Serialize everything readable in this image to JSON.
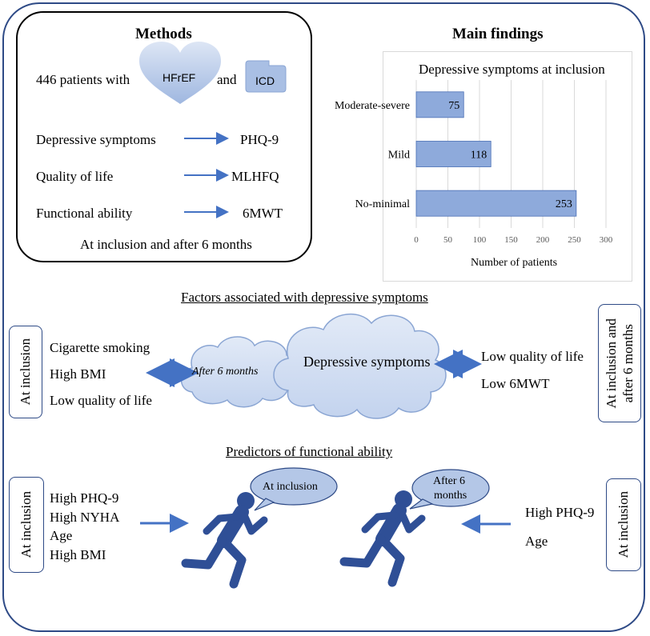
{
  "methods": {
    "title": "Methods",
    "patients_prefix": "446 patients with",
    "hfref_label": "HFrEF",
    "and_label": "and",
    "icd_label": "ICD",
    "rows": [
      {
        "measure": "Depressive symptoms",
        "instrument": "PHQ-9"
      },
      {
        "measure": "Quality  of life",
        "instrument": "MLHFQ"
      },
      {
        "measure": "Functional  ability",
        "instrument": "6MWT"
      }
    ],
    "timing": "At inclusion and after 6 months"
  },
  "findings": {
    "title": "Main findings"
  },
  "chart_data": {
    "type": "bar",
    "orientation": "horizontal",
    "title": "Depressive  symptoms  at inclusion",
    "categories": [
      "Moderate-severe",
      "Mild",
      "No-minimal"
    ],
    "values": [
      75,
      118,
      253
    ],
    "xlabel": "Number of patients",
    "ylabel": "",
    "xlim": [
      0,
      300
    ],
    "xticks": [
      "0",
      "50",
      "100",
      "150",
      "200",
      "250",
      "300"
    ],
    "grid": "vertical",
    "bar_color": "#8eaadb",
    "bar_edge_color": "#4a6fb5"
  },
  "factors": {
    "title": "Factors associated with depressive  symptoms",
    "left_label": "At inclusion",
    "left_items": [
      "Cigarette smoking",
      "High BMI",
      "Low quality  of life"
    ],
    "cloud_small": "After 6 months",
    "cloud_big": "Depressive  symptoms",
    "right_items": [
      "Low quality  of life",
      "Low 6MWT"
    ],
    "right_label_line1": "At inclusion and",
    "right_label_line2": "after 6 months"
  },
  "predictors": {
    "title": "Predictors of functional  ability",
    "left_label": "At inclusion",
    "left_items": [
      "High PHQ-9",
      "High NYHA",
      "Age",
      "High BMI"
    ],
    "bubble_left": "At inclusion",
    "bubble_right_line1": "After 6",
    "bubble_right_line2": "months",
    "right_items": [
      "High PHQ-9",
      "Age"
    ],
    "right_label": "At inclusion"
  },
  "colors": {
    "frame": "#2e4a86",
    "accent": "#4472c4",
    "figure": "#2f4f96",
    "fill_light": "#b4c7e7",
    "bar": "#8eaadb"
  }
}
